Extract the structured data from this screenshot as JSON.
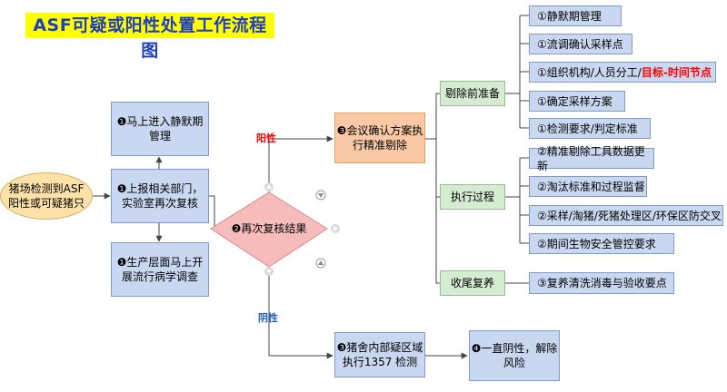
{
  "title": "ASF可疑或阳性处置工作流程图",
  "start": "猪场检测到ASF阳性或可疑猪只",
  "steps": {
    "s1": "❶马上进入静默期管理",
    "s2": "❶上报相关部门，实验室再次复核",
    "s3": "❶生产层面马上开展流行病学调查",
    "decision": "❷再次复核结果",
    "positive_label": "阳性",
    "negative_label": "阴性",
    "meeting": "❸会议确认方案执行精准剔除",
    "neg_test": "❸猪舍内部疑区域执行1357 检测",
    "risk": "❹一直阴性，解除风险"
  },
  "phases": {
    "prep": "剔除前准备",
    "exec": "执行过程",
    "final": "收尾复养"
  },
  "prep_items": {
    "i1": "①静默期管理",
    "i2": "①流调确认采样点",
    "i3_main": "①组织机构/人员分工/",
    "i3_red": "目标-时间节点",
    "i4": "①确定采样方案",
    "i5": "①检测要求/判定标准"
  },
  "exec_items": {
    "i1": "②精准剔除工具数据更新",
    "i2": "②淘汰标准和过程监督",
    "i3": "②采样/淘猪/死猪处理区/环保区防交叉",
    "i4": "②期间生物安全管控要求"
  },
  "final_items": {
    "i1": "③复养清洗消毒与验收要点"
  },
  "colors": {
    "box_blue": "#c9d8f0",
    "box_orange": "#f9c9a6",
    "box_green": "#d6ecd2",
    "decision_pink": "#f6bcbc",
    "start_yellow": "#fce2a8",
    "title_yellow": "#ffff00",
    "title_blue": "#1f3fbf",
    "red_text": "#ff0000",
    "negative_label_blue": "#1f5fbf"
  }
}
